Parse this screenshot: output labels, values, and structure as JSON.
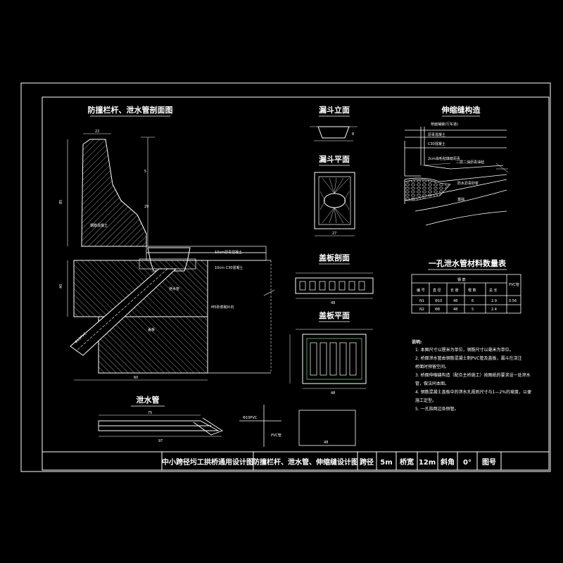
{
  "colors": {
    "background": "#000000",
    "lines": "#ffffff",
    "hatch": "#d8d8d8",
    "accent_green": "#7fdc7f"
  },
  "titles": {
    "main_section": "防撞栏杆、泄水管剖面图",
    "funnel_elevation": "漏斗立面",
    "funnel_plan": "漏斗平面",
    "expansion_joint": "伸缩缝构造",
    "cover_section": "盖板剖面",
    "cover_plan": "盖板平面",
    "drain_pipe": "泄水管",
    "quantity_table": "一孔泄水管材料数量表"
  },
  "notes": {
    "heading": "说明:",
    "lines": [
      "1. 本图尺寸以厘米为单位，钢筋尺寸以毫米为单位。",
      "2. 桥面泄水管由钢筋混凝土制PVC管及盖板，漏斗在浇注",
      "   桥面时预留空间。",
      "3. 桥面伸缩缝构造（配合主桥施工）按图纸的要求设一处泄水",
      "   管，做法同本图。",
      "4. 钢筋混凝土盖板中的泄水孔规则尺寸与1—2%的坡度，以便",
      "   施工定型。",
      "5. 一孔指两边各侧管。"
    ]
  },
  "title_block": {
    "project": "中小跨径圬工拱桥通用设计图",
    "drawing": "防撞栏杆、泄水管、伸缩缝设计图",
    "span_label": "跨径",
    "span_value": "5m",
    "width_label": "桥宽",
    "width_value": "12m",
    "skew_label": "斜角",
    "skew_value": "0°",
    "sheet_label": "图号",
    "sheet_value": ""
  }
}
